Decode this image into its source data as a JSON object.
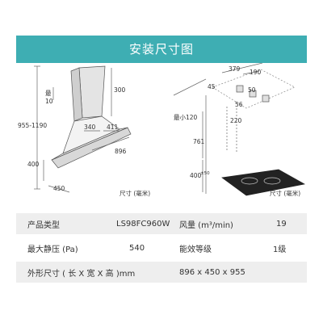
{
  "title": "安装尺寸图",
  "diagram": {
    "front": {
      "d_955_1190": "955-1190",
      "d_300": "300",
      "d_zui": "最",
      "d_10": "10",
      "d_340": "340",
      "d_411": "411",
      "d_896": "896",
      "d_400": "400",
      "d_450": "450",
      "unit": "尺寸 (毫米)"
    },
    "side": {
      "d_379": "379",
      "d_190": "190",
      "d_45": "45",
      "d_50": "50",
      "d_56": "56",
      "d_220": "220",
      "d_min120": "最小120",
      "d_761": "761",
      "d_400": "400",
      "d_450sup": "±50",
      "unit": "尺寸 (毫米)"
    }
  },
  "specs": [
    {
      "l1": "产品类型",
      "v1": "LS98FC960W",
      "l2": "风量 (m³/min)",
      "v2": "19"
    },
    {
      "l1": "最大静压 (Pa)",
      "v1": "540",
      "l2": "能效等级",
      "v2": "1级"
    },
    {
      "l1": "外形尺寸 ( 长 X 宽 X 高 )mm",
      "v1": "896 x 450 x 955",
      "l2": "",
      "v2": ""
    }
  ],
  "colors": {
    "header_bg": "#3eaeb3",
    "row_shade": "#eeeeee"
  }
}
